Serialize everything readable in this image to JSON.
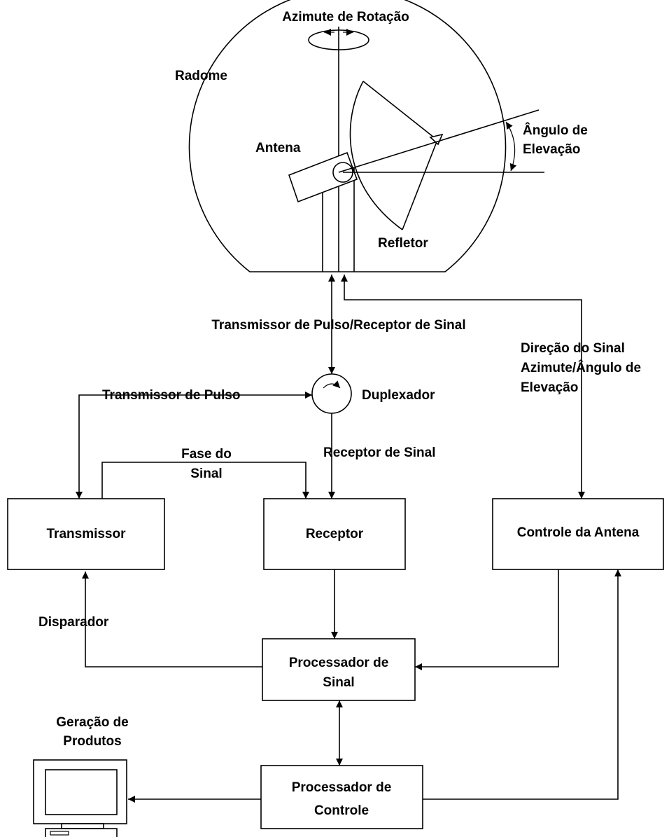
{
  "title": "Azimute de Rotação",
  "radar": {
    "radome": "Radome",
    "antena": "Antena",
    "refletor": "Refletor",
    "elevation_line1": "Ângulo de",
    "elevation_line2": "Elevação"
  },
  "signals": {
    "tx_rx": "Transmissor de Pulso/Receptor de Sinal",
    "duplexer": "Duplexador",
    "tx_pulse": "Transmissor de Pulso",
    "phase_line1": "Fase do",
    "phase_line2": "Sinal",
    "rx_signal": "Receptor de Sinal",
    "direction_line1": "Direção do Sinal",
    "direction_line2": "Azimute/Ângulo de",
    "direction_line3": "Elevação",
    "trigger": "Disparador"
  },
  "blocks": {
    "transmitter": "Transmissor",
    "receiver": "Receptor",
    "antenna_control": "Controle da Antena",
    "signal_processor_line1": "Processador de",
    "signal_processor_line2": "Sinal",
    "control_processor_line1": "Processador de",
    "control_processor_line2": "Controle",
    "products_line1": "Geração de",
    "products_line2": "Produtos"
  }
}
